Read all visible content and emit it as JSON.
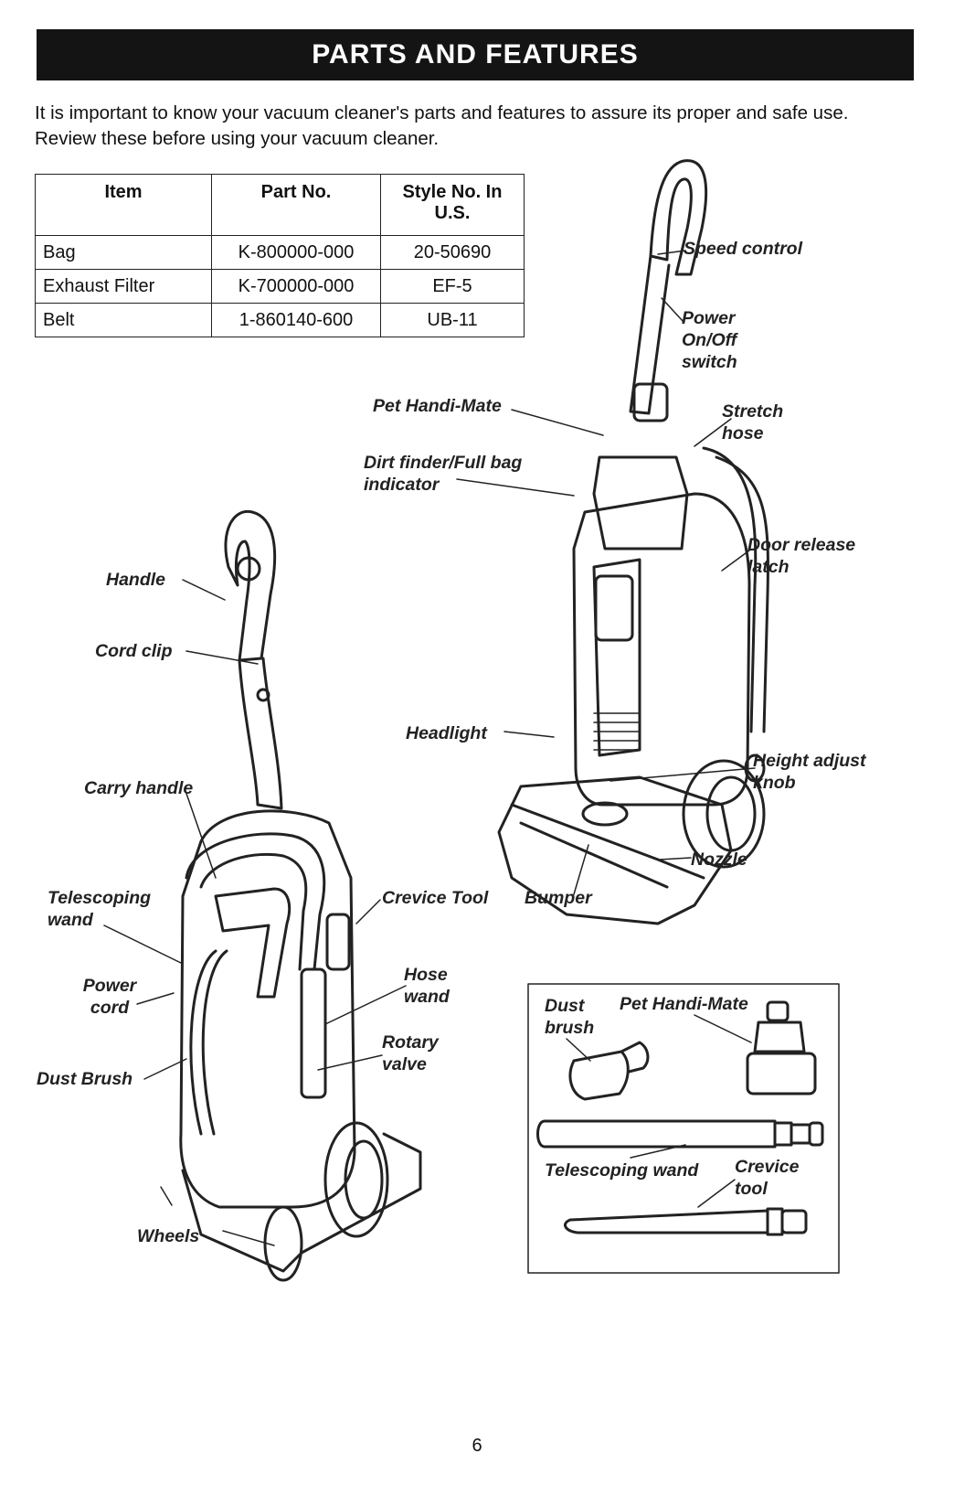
{
  "banner": {
    "title": "PARTS AND FEATURES"
  },
  "intro": "It is important to know your vacuum cleaner's parts and features to assure its proper and safe use. Review these before using your vacuum cleaner.",
  "table": {
    "headers": [
      "Item",
      "Part No.",
      "Style No. In U.S."
    ],
    "rows": [
      [
        "Bag",
        "K-800000-000",
        "20-50690"
      ],
      [
        "Exhaust Filter",
        "K-700000-000",
        "EF-5"
      ],
      [
        "Belt",
        "1-860140-600",
        "UB-11"
      ]
    ]
  },
  "labels": {
    "speed_control": "Speed control",
    "power_switch": "Power On/Off switch",
    "pet_handi_mate": "Pet Handi-Mate",
    "stretch_hose": "Stretch hose",
    "dirt_finder": "Dirt finder/Full bag indicator",
    "door_release": "Door release latch",
    "handle": "Handle",
    "cord_clip": "Cord clip",
    "headlight": "Headlight",
    "height_adjust": "Height adjust knob",
    "carry_handle": "Carry handle",
    "nozzle": "Nozzle",
    "telescoping_wand": "Telescoping wand",
    "crevice_tool": "Crevice Tool",
    "bumper": "Bumper",
    "power_cord": "Power cord",
    "hose_wand": "Hose wand",
    "rotary_valve": "Rotary valve",
    "dust_brush": "Dust Brush",
    "wheels": "Wheels"
  },
  "accessories": {
    "dust_brush": "Dust brush",
    "pet_handi_mate": "Pet Handi-Mate",
    "telescoping_wand": "Telescoping wand",
    "crevice_tool": "Crevice tool"
  },
  "page_number": "6"
}
